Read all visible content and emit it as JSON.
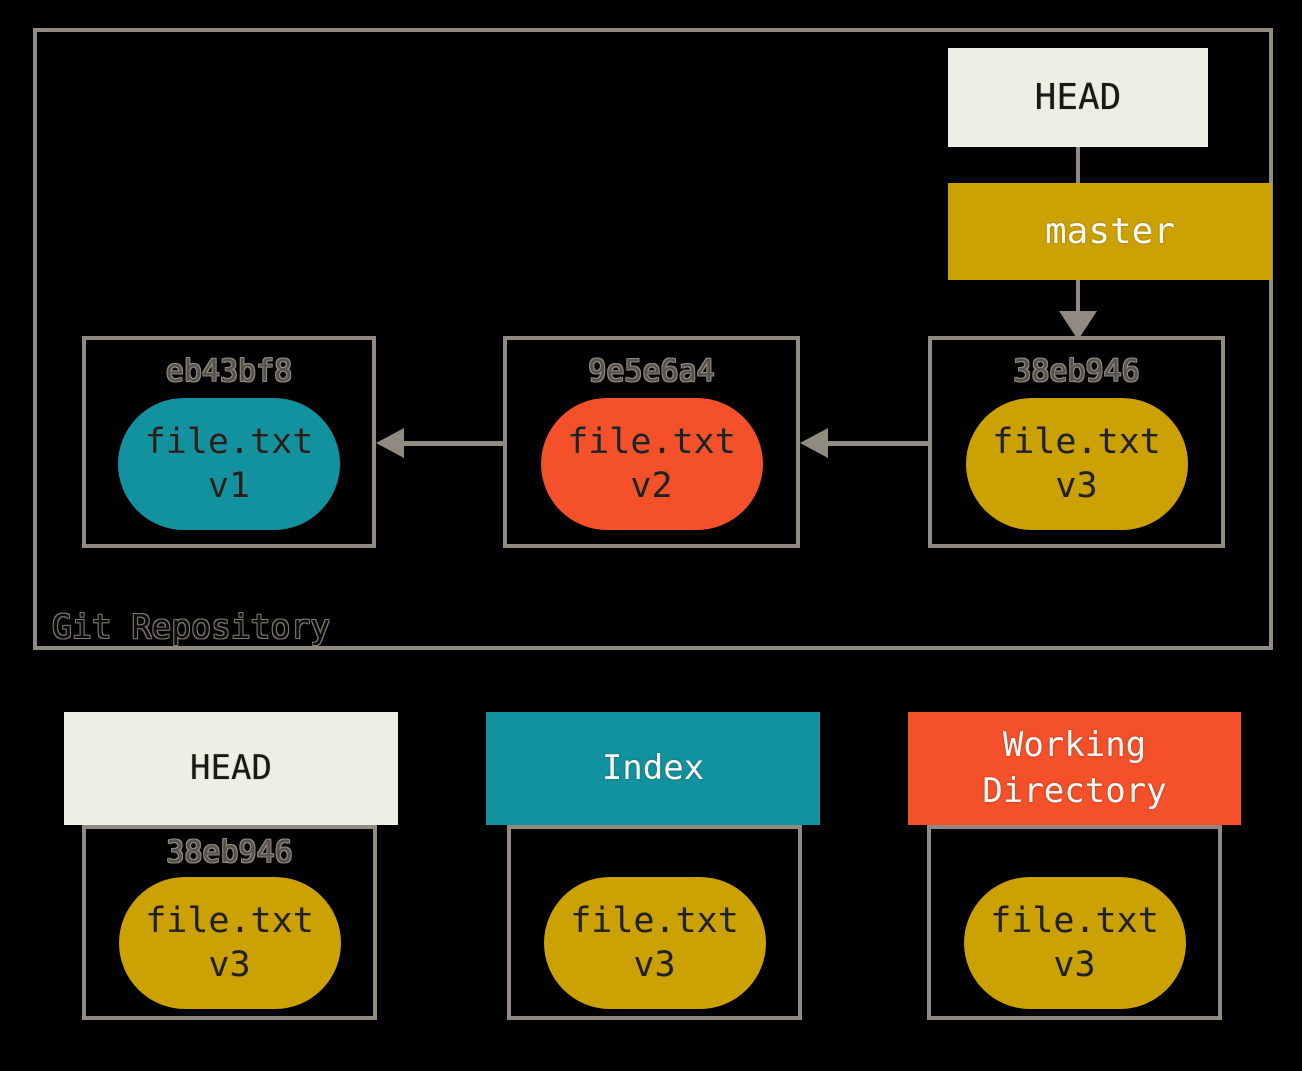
{
  "colors": {
    "background": "#000000",
    "border_gray": "#908A81",
    "cream": "#EDEEE4",
    "gold": "#CCA103",
    "teal": "#12929E",
    "red": "#F4502A",
    "hash_text": "#57524B",
    "dark_text": "#23211D",
    "white_text": "#FAF9F5"
  },
  "repository": {
    "label": "Git Repository",
    "head_pointer": "HEAD",
    "branch_label": "master",
    "commits": [
      {
        "hash": "eb43bf8",
        "file_line1": "file.txt",
        "file_line2": "v1",
        "blob_color": "#12929E"
      },
      {
        "hash": "9e5e6a4",
        "file_line1": "file.txt",
        "file_line2": "v2",
        "blob_color": "#F4502A"
      },
      {
        "hash": "38eb946",
        "file_line1": "file.txt",
        "file_line2": "v3",
        "blob_color": "#CCA103"
      }
    ]
  },
  "trees": [
    {
      "title": "HEAD",
      "hash": "38eb946",
      "file_line1": "file.txt",
      "file_line2": "v3",
      "header_bg": "#EDEEE4",
      "blob_color": "#CCA103"
    },
    {
      "title": "Index",
      "hash": "",
      "file_line1": "file.txt",
      "file_line2": "v3",
      "header_bg": "#12929E",
      "blob_color": "#CCA103"
    },
    {
      "title": "Working Directory",
      "hash": "",
      "file_line1": "file.txt",
      "file_line2": "v3",
      "header_bg": "#F4502A",
      "blob_color": "#CCA103"
    }
  ]
}
